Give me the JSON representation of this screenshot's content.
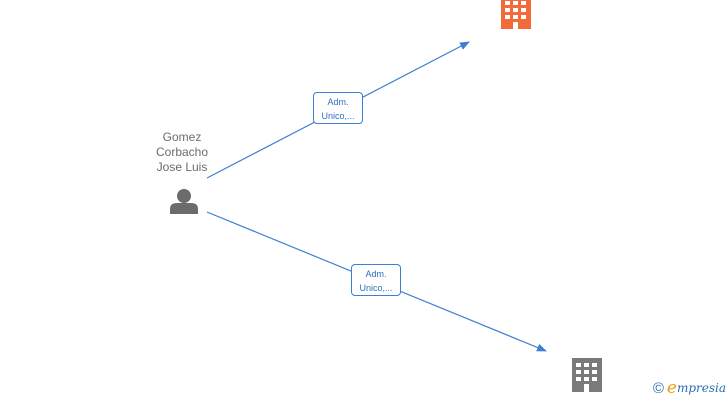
{
  "person": {
    "name_lines": [
      "Gomez",
      "Corbacho",
      "Jose Luis"
    ],
    "icon": "person-icon"
  },
  "edges": [
    {
      "label_lines": [
        "Adm.",
        "Unico,..."
      ],
      "target": "company-top"
    },
    {
      "label_lines": [
        "Adm.",
        "Unico,..."
      ],
      "target": "company-bottom"
    }
  ],
  "companies": [
    {
      "id": "company-top",
      "icon": "building-icon",
      "color": "#f26b3a"
    },
    {
      "id": "company-bottom",
      "icon": "building-icon",
      "color": "#7a7a7a"
    }
  ],
  "colors": {
    "edge": "#3f7fd1",
    "person": "#6b6b6b"
  },
  "brand": {
    "copyright": "©",
    "initial": "e",
    "rest": "mpresia"
  }
}
